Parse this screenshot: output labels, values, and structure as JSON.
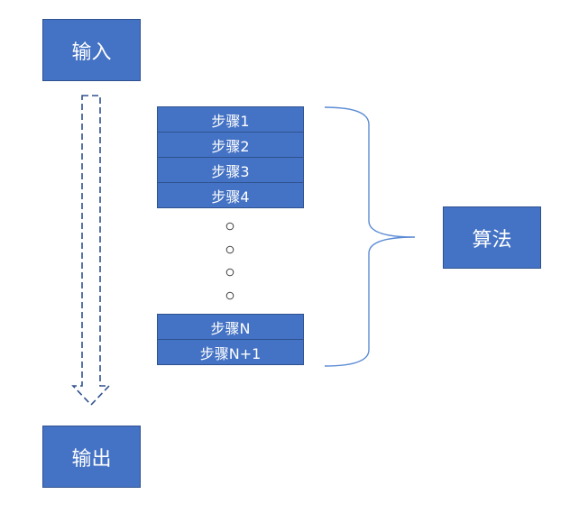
{
  "diagram": {
    "input_label": "输入",
    "output_label": "输出",
    "algorithm_label": "算法",
    "steps_top": [
      "步骤1",
      "步骤2",
      "步骤3",
      "步骤4"
    ],
    "steps_bottom": [
      "步骤N",
      "步骤N+1"
    ],
    "colors": {
      "box_fill": "#4472C4",
      "box_border": "#2F528F",
      "box_text": "#FFFFFF",
      "arrow_stroke": "#2F528F",
      "brace_stroke": "#5B8BD4",
      "ellipsis_dots": "#404040"
    }
  }
}
